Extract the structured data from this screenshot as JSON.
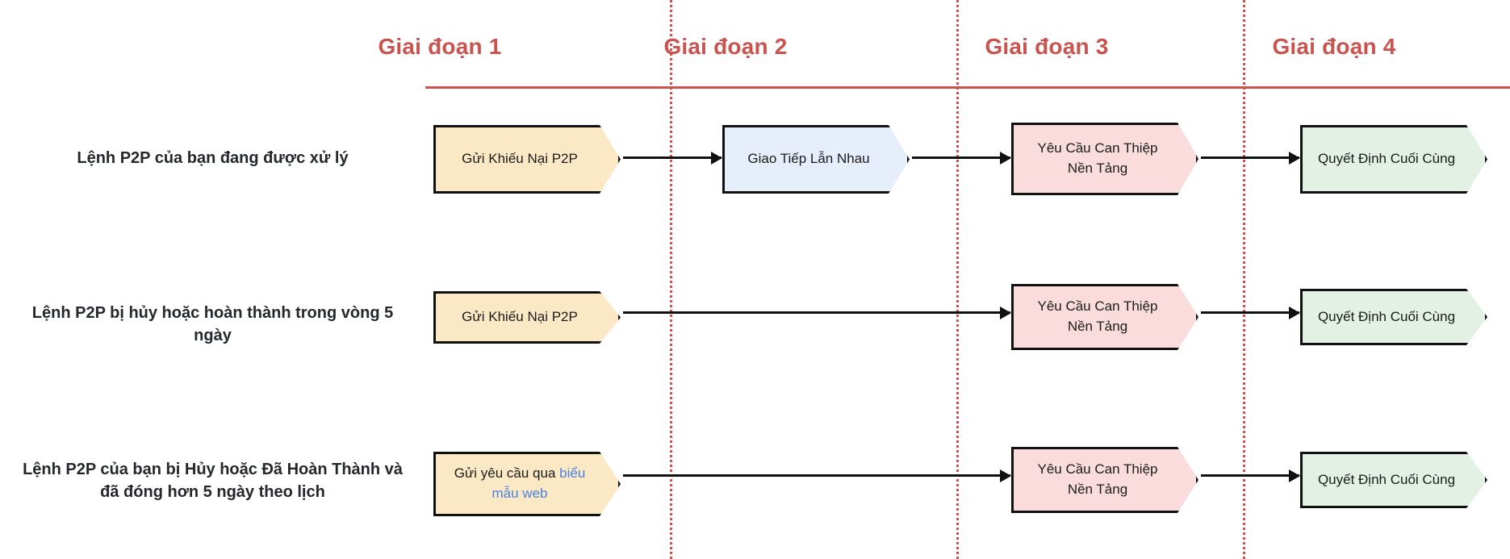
{
  "diagram": {
    "title": "Quy trinh khieu nai P2P",
    "colors": {
      "stage_header": "#c9544f",
      "divider": "#d4504e",
      "box_yellow": "#fbe9c6",
      "box_blue": "#e7eefb",
      "box_pink": "#fadcdc",
      "box_green": "#e2f1e3",
      "box_border": "#111111",
      "link": "#4a7fe0",
      "label_text": "#24272c"
    }
  },
  "stages": [
    {
      "label": "Giai đoạn 1"
    },
    {
      "label": "Giai đoạn 2"
    },
    {
      "label": "Giai đoạn 3"
    },
    {
      "label": "Giai đoạn 4"
    }
  ],
  "rows": [
    {
      "label": "Lệnh P2P của bạn đang được xử lý",
      "steps": [
        {
          "text": "Gửi Khiếu Nại P2P",
          "color": "yellow"
        },
        {
          "text": "Giao Tiếp Lẫn Nhau",
          "color": "blue"
        },
        {
          "text": "Yêu Cầu Can Thiệp Nền Tảng",
          "color": "pink"
        },
        {
          "text": "Quyết Định Cuối Cùng",
          "color": "green"
        }
      ]
    },
    {
      "label": "Lệnh P2P bị hủy hoặc hoàn thành trong vòng 5 ngày",
      "steps": [
        {
          "text": "Gửi Khiếu Nại P2P",
          "color": "yellow"
        },
        {
          "text": "Yêu Cầu Can Thiệp Nền Tảng",
          "color": "pink"
        },
        {
          "text": "Quyết Định Cuối Cùng",
          "color": "green"
        }
      ]
    },
    {
      "label_line1": "Lệnh P2P của bạn bị Hủy hoặc Đã Hoàn Thành và",
      "label_line2": "đã đóng hơn 5 ngày theo lịch",
      "steps": [
        {
          "text_plain": "Gửi yêu cầu qua ",
          "text_link": "biểu mẫu web",
          "color": "yellow"
        },
        {
          "text": "Yêu Cầu Can Thiệp Nền Tảng",
          "color": "pink"
        },
        {
          "text": "Quyết Định Cuối Cùng",
          "color": "green"
        }
      ]
    }
  ]
}
